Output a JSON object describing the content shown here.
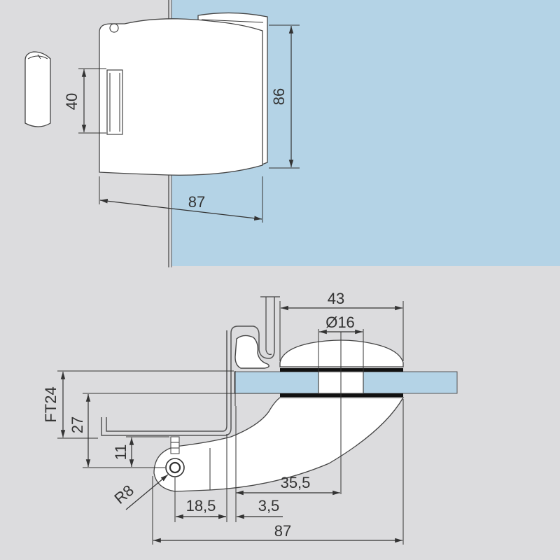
{
  "colors": {
    "background": "#dcdcde",
    "glass": "#b4d3e6",
    "part": "#ffffff",
    "outline": "#444444",
    "text": "#333333"
  },
  "top_view": {
    "dim_slot_height": "40",
    "dim_total_height": "86",
    "dim_width": "87"
  },
  "section_view": {
    "dim_cap_width": "43",
    "dim_pin_diameter": "Ø16",
    "dim_glass_thickness": "FT24",
    "dim_height_27": "27",
    "dim_height_11": "11",
    "dim_radius": "R8",
    "dim_offset_35_5": "35,5",
    "dim_offset_18_5": "18,5",
    "dim_offset_3_5": "3,5",
    "dim_total_length": "87"
  }
}
